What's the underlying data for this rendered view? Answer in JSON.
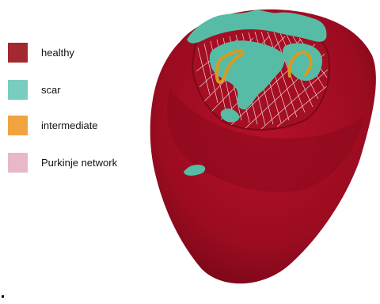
{
  "legend": {
    "items": [
      {
        "label": "healthy",
        "color": "#a3282f"
      },
      {
        "label": "scar",
        "color": "#79cdbf"
      },
      {
        "label": "intermediate",
        "color": "#f0a33e"
      },
      {
        "label": "Purkinje network",
        "color": "#e7b8c8"
      }
    ]
  },
  "figure": {
    "tissue_color": "#a10d21",
    "scar_color": "#57bca6",
    "intermediate_color": "#d99a22",
    "purkinje_color": "#f4e7ee"
  }
}
